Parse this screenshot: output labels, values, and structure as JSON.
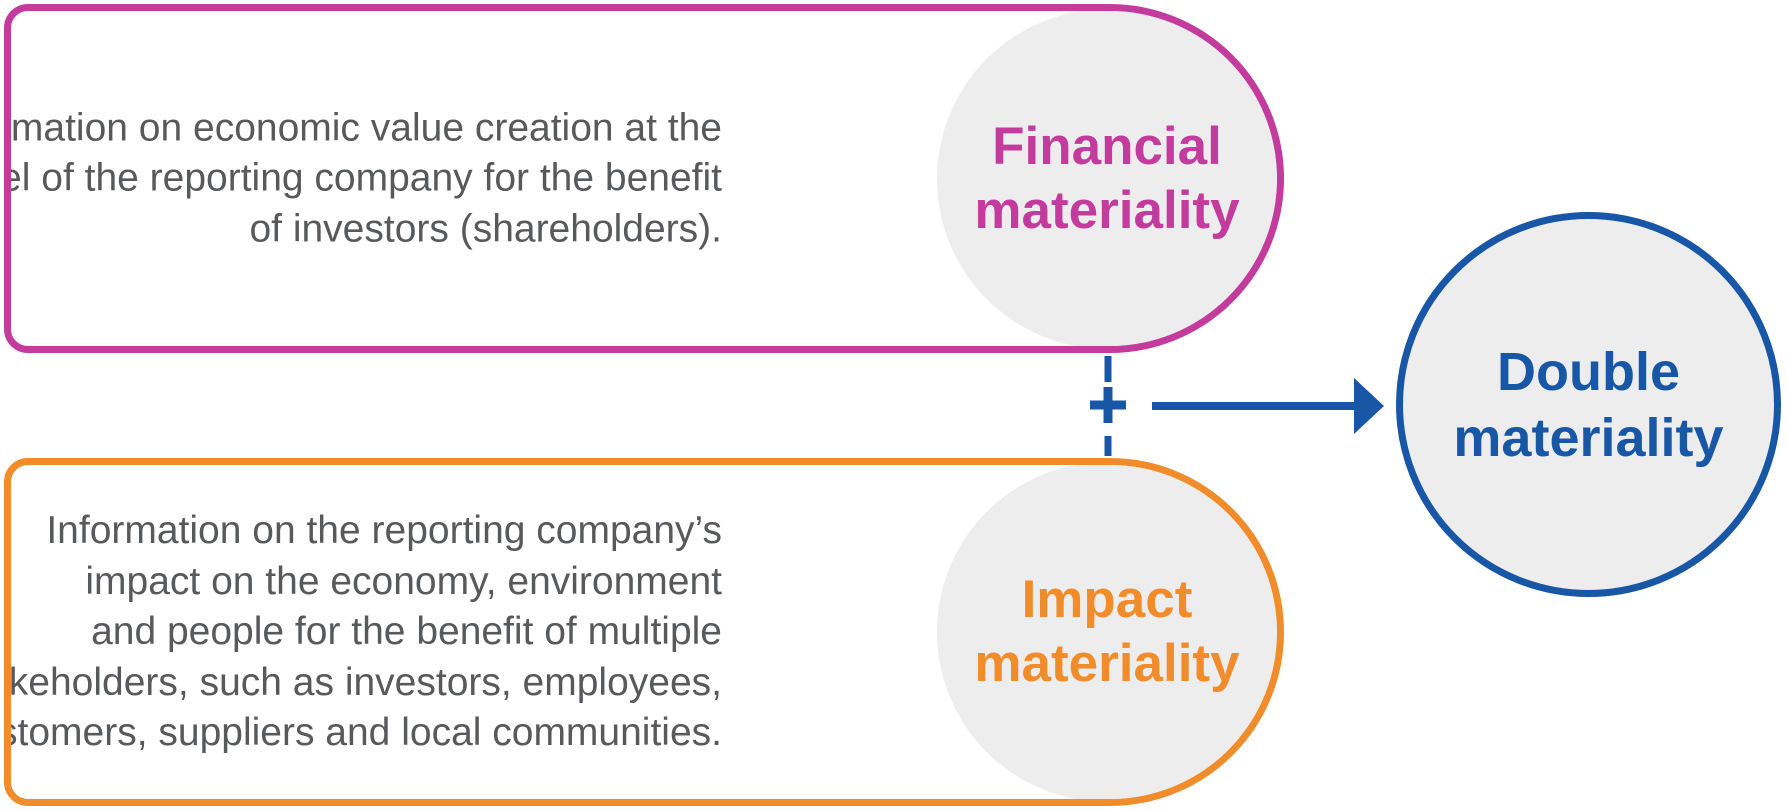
{
  "colors": {
    "financial": "#c33c9d",
    "impact": "#f18c2a",
    "double": "#1757a6",
    "text": "#58595b",
    "disc": "#ededee"
  },
  "financial": {
    "title_line1": "Financial",
    "title_line2": "materiality",
    "description_lines": [
      "Information on economic value creation at the",
      "level of the reporting company for the benefit",
      "of investors (shareholders)."
    ]
  },
  "impact": {
    "title_line1": "Impact",
    "title_line2": "materiality",
    "description_lines": [
      "Information on the reporting company’s",
      "impact on the economy, environment",
      "and people for the benefit of multiple",
      "stakeholders, such as investors, employees,",
      "customers, suppliers and local communities."
    ]
  },
  "double": {
    "title_line1": "Double",
    "title_line2": "materiality"
  },
  "connector": {
    "plus_icon": "plus-icon",
    "arrow_icon": "arrow-right-icon"
  }
}
